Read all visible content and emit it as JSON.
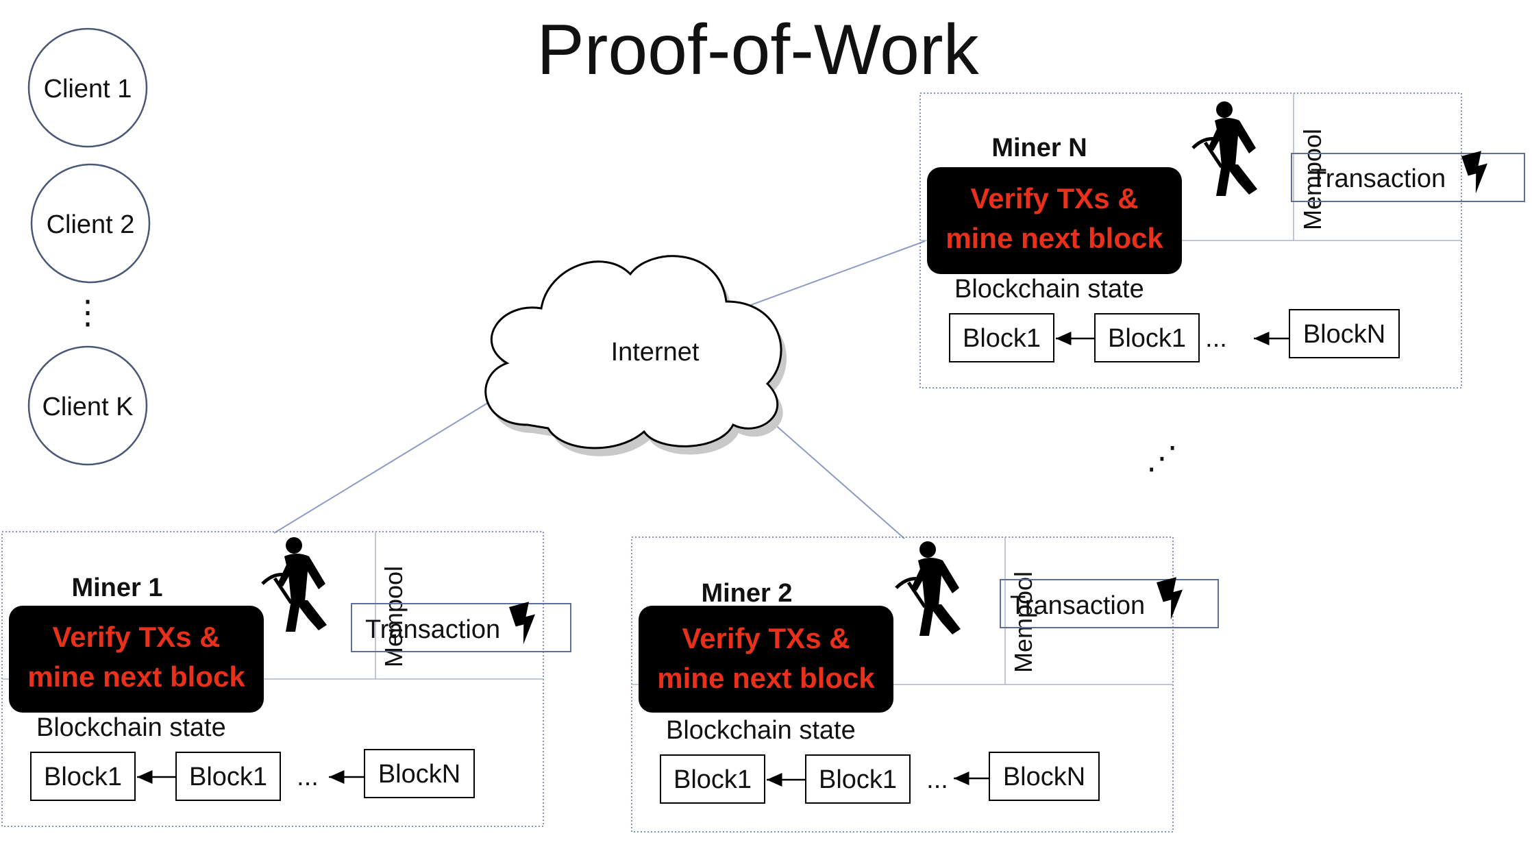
{
  "title": "Proof-of-Work",
  "clients": {
    "items": [
      "Client 1",
      "Client 2",
      "Client K"
    ],
    "ellipsis": "⋮"
  },
  "network": {
    "label": "Internet"
  },
  "more_miners": "⋰",
  "miners": [
    {
      "name": "Miner N",
      "task_line1": "Verify TXs &",
      "task_line2": "mine next block",
      "state_label": "Blockchain state",
      "mempool_label": "Mempool",
      "transaction_label": "Transaction",
      "blocks": [
        "Block1",
        "Block1",
        "BlockN"
      ],
      "ellipsis": "..."
    },
    {
      "name": "Miner 1",
      "task_line1": "Verify TXs &",
      "task_line2": "mine next block",
      "state_label": "Blockchain state",
      "mempool_label": "Mempool",
      "transaction_label": "Transaction",
      "blocks": [
        "Block1",
        "Block1",
        "BlockN"
      ],
      "ellipsis": "..."
    },
    {
      "name": "Miner 2",
      "task_line1": "Verify TXs &",
      "task_line2": "mine next block",
      "state_label": "Blockchain state",
      "mempool_label": "Mempool",
      "transaction_label": "Transaction",
      "blocks": [
        "Block1",
        "Block1",
        "BlockN"
      ],
      "ellipsis": "..."
    }
  ],
  "colors": {
    "client_circle": "#4a5878",
    "connector_line": "#8e9cc4",
    "verify_text": "#e8301a",
    "panel_border": "#5b6f9a"
  },
  "icons": {
    "miner": "miner-with-pickaxe-icon",
    "transaction": "lightning-bolt-icon",
    "cloud": "cloud-icon"
  }
}
